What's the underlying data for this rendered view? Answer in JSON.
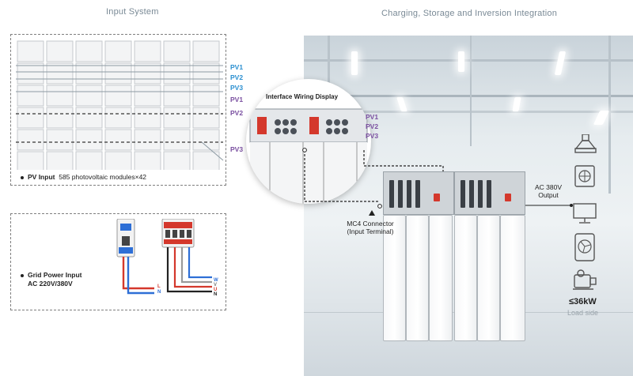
{
  "input_system": {
    "title": "Input System",
    "pv_labels_blue": [
      "PV1",
      "PV2",
      "PV3"
    ],
    "pv_labels_purple": [
      "PV1",
      "PV2",
      "PV3"
    ],
    "pv_caption_bold": "PV Input",
    "pv_caption": "585 photovoltaic modules×42",
    "grid_caption_line1": "Grid Power Input",
    "grid_caption_line2": "AC 220V/380V",
    "breaker_single_labels": [
      "L",
      "N"
    ],
    "breaker_triple_labels": [
      "U",
      "V",
      "W",
      "N"
    ]
  },
  "integration": {
    "title": "Charging, Storage and Inversion Integration",
    "interface_title": "Interface Wiring Display",
    "interface_pv_labels": [
      "PV1",
      "PV2",
      "PV3"
    ],
    "mc4_line1": "MC4 Connector",
    "mc4_line2": "(Input Terminal)",
    "ac_output_line1": "AC 380V",
    "ac_output_line2": "Output",
    "load_value": "≤36kW",
    "load_label": "Load side"
  },
  "load_icons": [
    "range-hood-icon",
    "air-conditioner-icon",
    "monitor-icon",
    "fan-icon",
    "motor-icon"
  ],
  "colors": {
    "pv_blue": "#2b8fd0",
    "pv_purple": "#7a4fa0",
    "dash_border": "#7f7f7f",
    "breaker_blue": "#2e6fd6",
    "breaker_red": "#d4382c"
  }
}
